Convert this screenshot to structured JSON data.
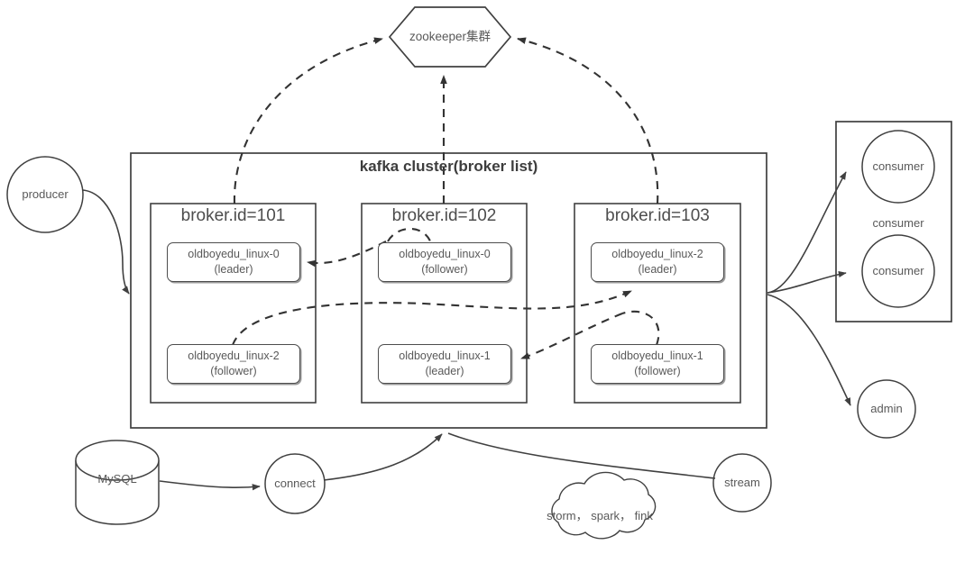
{
  "diagram": {
    "title": "Kafka cluster architecture",
    "colors": {
      "stroke": "#404040",
      "text": "#595959",
      "title_text": "#3d3d3d",
      "background": "#ffffff",
      "shadow": "#9a9a9a"
    }
  },
  "zookeeper": {
    "label": "zookeeper集群"
  },
  "producer": {
    "label": "producer"
  },
  "cluster": {
    "title": "kafka cluster(broker list)",
    "brokers": [
      {
        "title": "broker.id=101",
        "partitions": [
          {
            "name": "oldboyedu_linux-0",
            "role": "(leader)"
          },
          {
            "name": "oldboyedu_linux-2",
            "role": "(follower)"
          }
        ]
      },
      {
        "title": "broker.id=102",
        "partitions": [
          {
            "name": "oldboyedu_linux-0",
            "role": "(follower)"
          },
          {
            "name": "oldboyedu_linux-1",
            "role": "(leader)"
          }
        ]
      },
      {
        "title": "broker.id=103",
        "partitions": [
          {
            "name": "oldboyedu_linux-2",
            "role": "(leader)"
          },
          {
            "name": "oldboyedu_linux-1",
            "role": "(follower)"
          }
        ]
      }
    ]
  },
  "consumer_group": {
    "group_label": "consumer",
    "consumers": [
      {
        "label": "consumer"
      },
      {
        "label": "consumer"
      }
    ]
  },
  "admin": {
    "label": "admin"
  },
  "mysql": {
    "label": "MySQL"
  },
  "connect": {
    "label": "connect"
  },
  "stream": {
    "label": "stream"
  },
  "cloud": {
    "label": "storm， spark， fink"
  }
}
